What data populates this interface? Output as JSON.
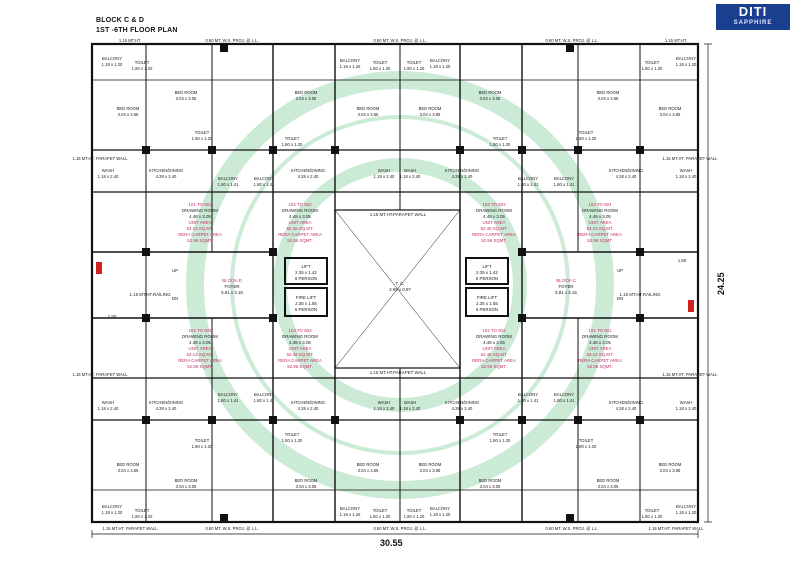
{
  "header": {
    "block": "BLOCK C & D",
    "floors": "1ST -6TH FLOOR PLAN"
  },
  "logo": {
    "brand": "DITI",
    "sub": "SAPPHIRE"
  },
  "dims": {
    "width": "30.55",
    "height": "24.25"
  },
  "core": {
    "lift_label": "LIFT",
    "lift_size": "2.35 x 1.42",
    "lift_cap": "6 PERSON",
    "fire_lift_label": "FIRE LIFT",
    "fire_lift_size": "2.35 x 1.55",
    "fire_lift_cap": "6 PERSON",
    "lift_label_r": "LIFT",
    "lift_size_r": "2.35 x 1.42",
    "lift_cap_r": "6 PERSON",
    "fire_lift_label_r": "FIRE LIFT",
    "fire_lift_size_r": "2.35 x 1.55",
    "fire_lift_cap_r": "6 PERSON",
    "tc_label": "T. C.",
    "tc_size": "3.99 x 0.97",
    "foyer_l": "BLOCK-D",
    "foyer_l_name": "FOYER",
    "foyer_l_size": "5.81 x 3.15",
    "foyer_r": "BLOCK-C",
    "foyer_r_name": "FOYER",
    "foyer_r_size": "5.81 x 3.15",
    "railing_l": "1.15 MT.HT.RAILING",
    "railing_r": "1.15 MT.HT.RAILING",
    "parapet_top": "1.15 MT.HT.PARAPET WALL",
    "parapet_bot": "1.15 MT.HT.PARAPET WALL",
    "up": "UP",
    "dn": "DN",
    "dim_150": "1.50"
  },
  "units": [
    {
      "id": "101 TO 601",
      "room": "DRAWING ROOM",
      "size": "4.48 x 3.05",
      "area_label": "UNIT AREA",
      "area": "63.13 SQ.MT.",
      "rera_label": "RERA CARPET AREA",
      "rera": "52.96 SQMT."
    },
    {
      "id": "102 TO 602",
      "room": "DRAWING ROOM",
      "size": "4.48 x 3.05",
      "area_label": "UNIT AREA",
      "area": "62.46 SQ.MT.",
      "rera_label": "RERA CARPET AREA",
      "rera": "52.96 SQMT."
    },
    {
      "id": "103 TO 603",
      "room": "DRAWING ROOM",
      "size": "4.48 x 3.05",
      "area_label": "UNIT AREA",
      "area": "62.46 SQ.MT.",
      "rera_label": "RERA CARPET AREA",
      "rera": "52.96 SQMT."
    },
    {
      "id": "104 TO 604",
      "room": "DRAWING ROOM",
      "size": "4.48 x 3.05",
      "area_label": "UNIT AREA",
      "area": "63.13 SQ.MT.",
      "rera_label": "RERA CARPET AREA",
      "rera": "52.96 SQMT."
    },
    {
      "id": "104 TO 604",
      "room": "DRAWING ROOM",
      "size": "4.48 x 3.05",
      "area_label": "UNIT AREA",
      "area": "63.13 SQ.MT.",
      "rera_label": "RERA CARPET AREA",
      "rera": "52.96 SQMT."
    },
    {
      "id": "103 TO 603",
      "room": "DRAWING ROOM",
      "size": "4.48 x 3.05",
      "area_label": "UNIT AREA",
      "area": "62.46 SQ.MT.",
      "rera_label": "RERA CARPET AREA",
      "rera": "52.96 SQMT."
    },
    {
      "id": "102 TO 602",
      "room": "DRAWING ROOM",
      "size": "4.48 x 3.05",
      "area_label": "UNIT AREA",
      "area": "62.46 SQ.MT.",
      "rera_label": "RERA CARPET AREA",
      "rera": "52.96 SQMT."
    },
    {
      "id": "101 TO 601",
      "room": "DRAWING ROOM",
      "size": "4.48 x 3.05",
      "area_label": "UNIT AREA",
      "area": "63.13 SQ.MT.",
      "rera_label": "RERA CARPET AREA",
      "rera": "52.96 SQMT."
    }
  ],
  "rooms": {
    "bed": "BED ROOM",
    "bed_a": "3.04 x 3.05",
    "bed_b": "3.04 x 3.65",
    "toilet": "TOILET",
    "toilet_size": "1.80 x 1.20",
    "balcony": "BALCONY",
    "balcony_size": "1.80 x 1.41",
    "balcony_small_size": "1.18 x 1.20",
    "kitchen": "KITCHEN/DINING",
    "kitchen_size": "4.28 x 2.40",
    "wash": "WASH",
    "wash_size": "1.18 x 2.40",
    "parapet": "1.15 MT.HT. PARAPET WALL",
    "ws_note": "0.60 MT. W.S. PROJ. @ L.L.",
    "ht_note": "1.15 MT.HT."
  },
  "colors": {
    "wall": "#111111",
    "unit_id": "#c0306a",
    "area": "#c0306a",
    "text": "#222222",
    "watermark": "#8fd3a8",
    "door_mark": "#d02020"
  }
}
